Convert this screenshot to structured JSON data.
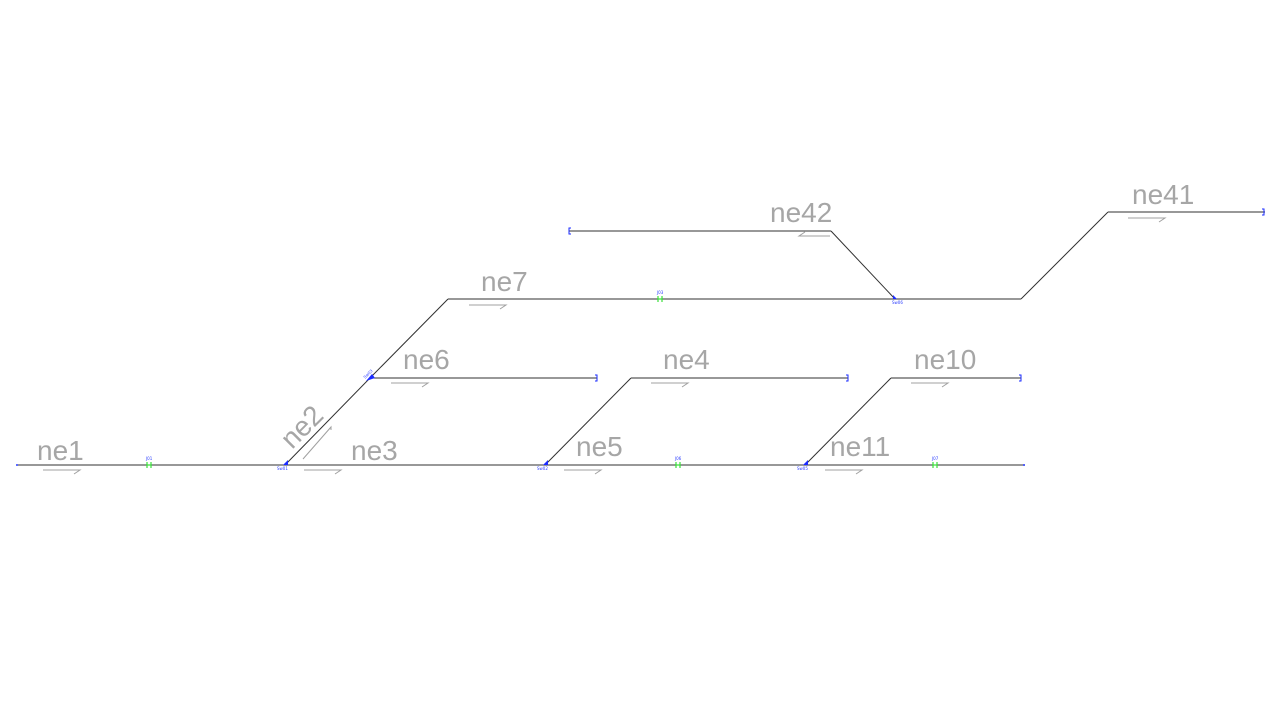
{
  "track_labels": {
    "ne1": "ne1",
    "ne2": "ne2",
    "ne3": "ne3",
    "ne4": "ne4",
    "ne5": "ne5",
    "ne6": "ne6",
    "ne7": "ne7",
    "ne10": "ne10",
    "ne11": "ne11",
    "ne41": "ne41",
    "ne42": "ne42"
  },
  "colors": {
    "track": "#303030",
    "label": "#a6a6a6",
    "end_marker": "#1a2bff",
    "signal": "#3be03b"
  }
}
